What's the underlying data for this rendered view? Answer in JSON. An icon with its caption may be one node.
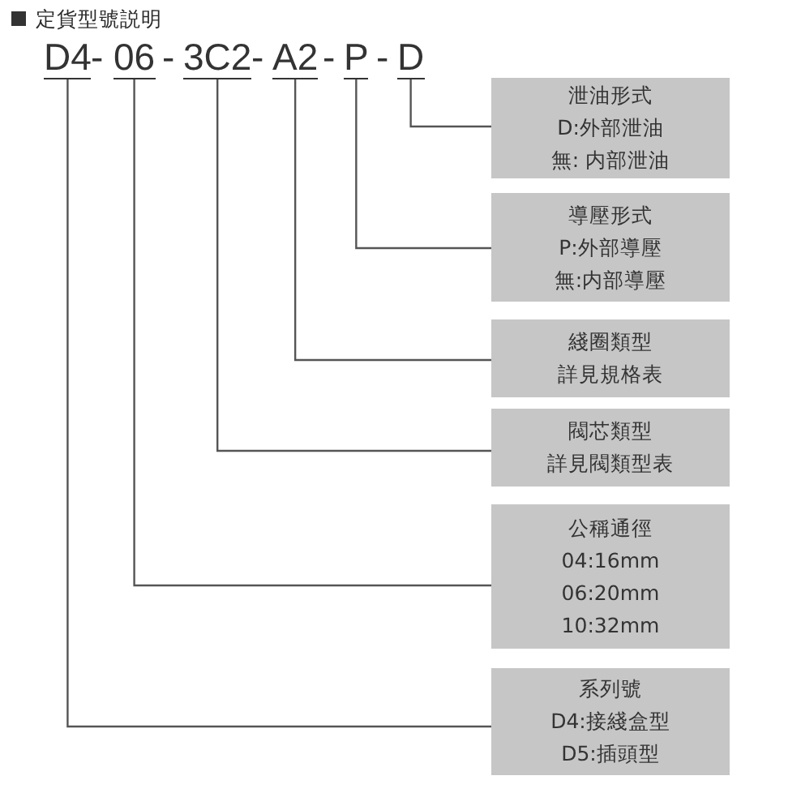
{
  "diagram": {
    "title": "定貨型號説明",
    "nodes": [
      {
        "text": [
          "D4"
        ]
      },
      {
        "text": [
          "06"
        ]
      },
      {
        "text": [
          "3C2"
        ]
      },
      {
        "text": [
          "A2"
        ]
      },
      {
        "text": [
          "P"
        ]
      },
      {
        "text": [
          "D"
        ]
      },
      {
        "text": [
          "泄油形式",
          "D:外部泄油",
          "無: 内部泄油"
        ]
      },
      {
        "text": [
          "導壓形式",
          "P:外部導壓",
          "無:内部導壓"
        ]
      },
      {
        "text": [
          "綫圈類型",
          "詳見規格表"
        ]
      },
      {
        "text": [
          "閥芯類型",
          "詳見閥類型表"
        ]
      },
      {
        "text": [
          "公稱通徑",
          "04:16mm",
          "06:20mm",
          "10:32mm"
        ]
      },
      {
        "text": [
          "系列號",
          "D4:接綫盒型",
          "D5:插頭型"
        ]
      }
    ],
    "edges": [
      {
        "from": 5,
        "to": 6,
        "arrow": "none"
      },
      {
        "from": 4,
        "to": 7,
        "arrow": "none"
      },
      {
        "from": 3,
        "to": 8,
        "arrow": "none"
      },
      {
        "from": 2,
        "to": 9,
        "arrow": "none"
      },
      {
        "from": 1,
        "to": 10,
        "arrow": "none"
      },
      {
        "from": 0,
        "to": 11,
        "arrow": "none"
      }
    ],
    "labels": [
      "-",
      "-",
      "-",
      "-",
      "-"
    ]
  }
}
